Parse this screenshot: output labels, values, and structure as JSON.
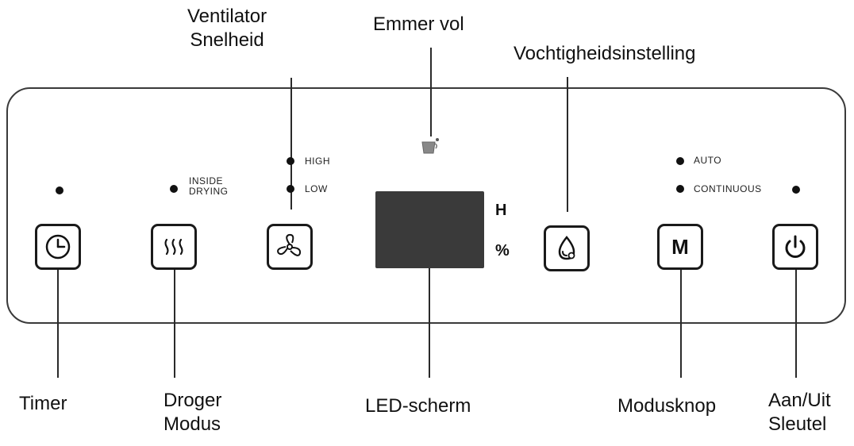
{
  "callouts": {
    "fan_speed": [
      "Ventilator",
      "Snelheid"
    ],
    "bucket_full": "Emmer vol",
    "humidity_setting": "Vochtigheidsinstelling",
    "timer": "Timer",
    "dryer_mode": [
      "Droger",
      "Modus"
    ],
    "led_screen": "LED-scherm",
    "mode_button": "Modusknop",
    "power_key": [
      "Aan/Uit",
      "Sleutel"
    ]
  },
  "indicators": {
    "inside_drying": [
      "INSIDE",
      "DRYING"
    ],
    "high": "HIGH",
    "low": "LOW",
    "auto": "AUTO",
    "continuous": "CONTINUOUS"
  },
  "display": {
    "unit_top": "H",
    "unit_bottom": "%"
  },
  "buttons": {
    "mode_label": "M"
  },
  "icons": [
    "clock-icon",
    "heat-waves-icon",
    "fan-icon",
    "bucket-icon",
    "water-drop-icon",
    "power-icon"
  ]
}
